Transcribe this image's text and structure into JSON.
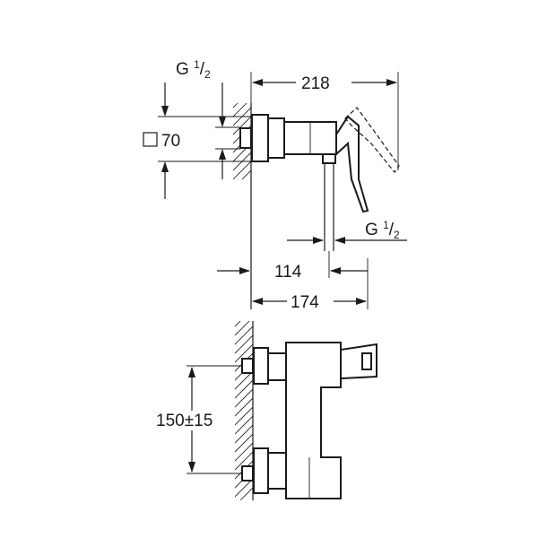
{
  "top_view": {
    "thread_left": {
      "prefix": "G ",
      "numerator": "1",
      "denominator": "2"
    },
    "thread_right": {
      "prefix": "G ",
      "numerator": "1",
      "denominator": "2"
    },
    "square_label": "70",
    "dim_overall_width": "218",
    "dim_outlet_offset": "114",
    "dim_body_depth": "174"
  },
  "front_view": {
    "dim_centres": "150±15"
  }
}
